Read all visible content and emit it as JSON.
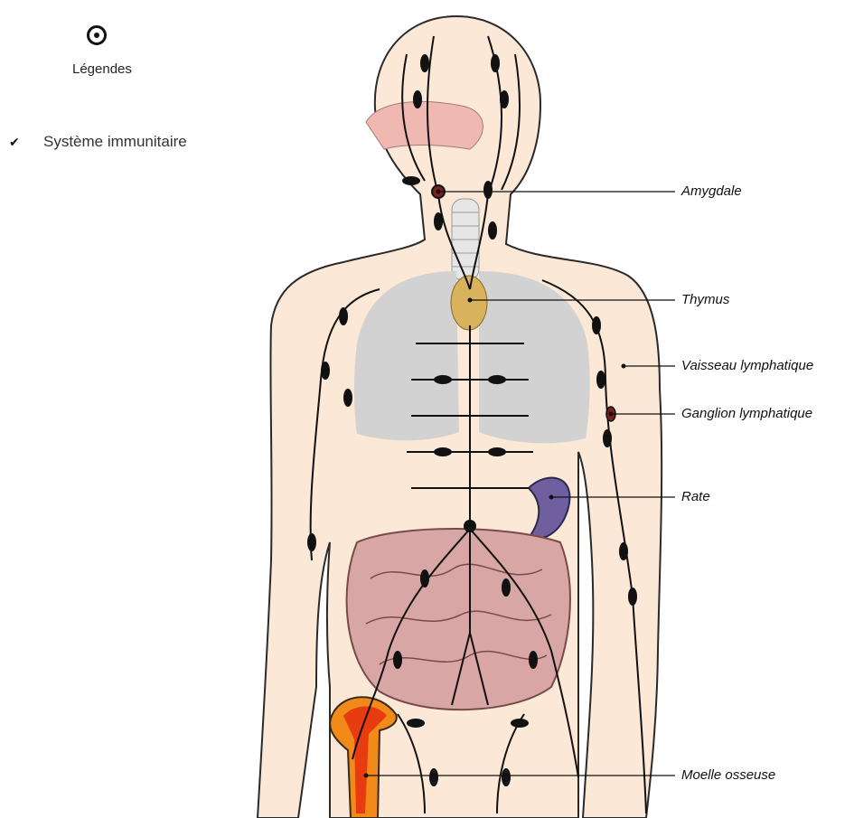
{
  "legend_toggle": {
    "label": "Légendes",
    "icon": "target-icon"
  },
  "layers": [
    {
      "label": "Système immunitaire",
      "checked": true,
      "icon": "checkmark-icon"
    }
  ],
  "labels": {
    "amygdale": "Amygdale",
    "thymus": "Thymus",
    "vaisseau": "Vaisseau lymphatique",
    "ganglion": "Ganglion lymphatique",
    "rate": "Rate",
    "moelle": "Moelle osseuse"
  },
  "colors": {
    "skin": "#fbe8d6",
    "lungs": "#cfcfcf",
    "thymus": "#d9b25e",
    "spleen": "#6f5f9e",
    "intestine": "#d8a6a4",
    "bone_marrow": "#e83c10",
    "lymph": "#111111"
  }
}
